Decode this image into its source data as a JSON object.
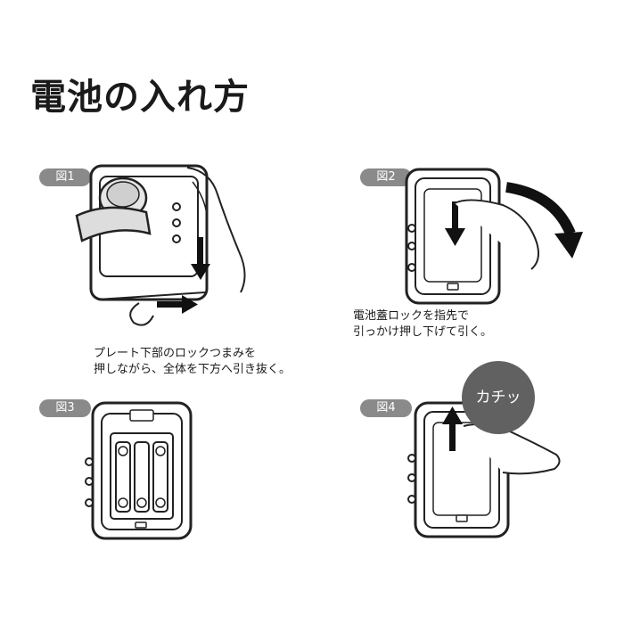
{
  "title": "電池の入れ方",
  "steps": [
    {
      "badge": "図1",
      "caption_lines": [
        "プレート下部のロックつまみを",
        "押しながら、全体を下方へ引き抜く。"
      ]
    },
    {
      "badge": "図2",
      "caption_lines": [
        "電池蓋ロックを指先で",
        "引っかけ押し下げて引く。"
      ]
    },
    {
      "badge": "図3"
    },
    {
      "badge": "図4",
      "callout": "カチッ"
    }
  ],
  "icons": [
    "arrow-down-icon",
    "arrow-right-icon",
    "curved-arrow-icon",
    "arrow-up-icon",
    "battery-icon",
    "finger-icon"
  ]
}
